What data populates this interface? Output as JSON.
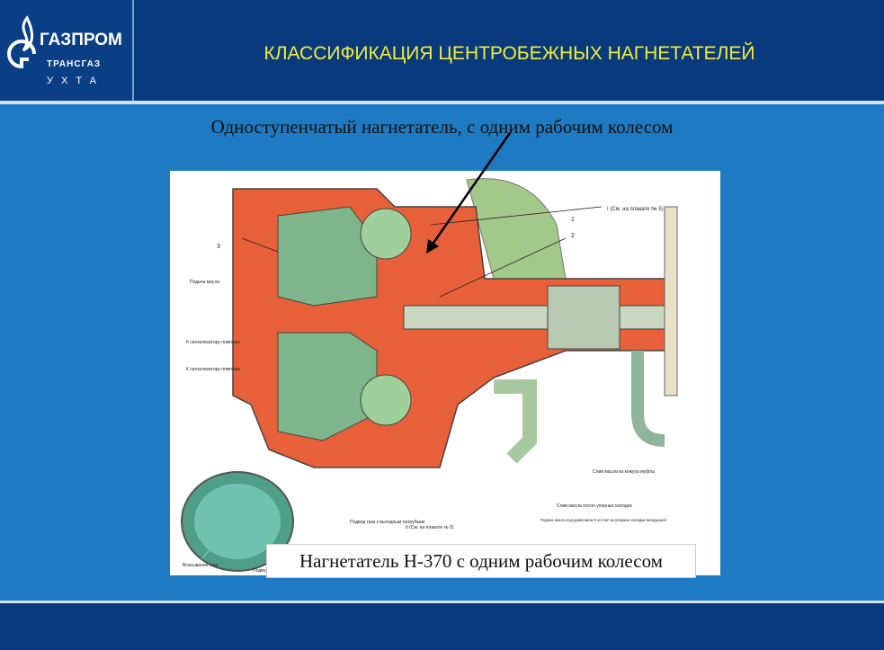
{
  "logo": {
    "name": "ГАЗПРОМ",
    "sub": "ТРАНСГАЗ",
    "city": "УХТА"
  },
  "slide": {
    "title": "КЛАССИФИКАЦИЯ ЦЕНТРОБЕЖНЫХ  НАГНЕТАТЕЛЕЙ",
    "subtitle": "Одноступенчатый нагнетатель, с одним рабочим колесом",
    "caption": "Нагнетатель Н-370 с одним рабочим колесом"
  },
  "drawing": {
    "labels": [
      "I (См. на плакате № 5)",
      "1",
      "2",
      "3",
      "Подача масла",
      "К сигнализатору помпажа",
      "К сигнализатору помпажа",
      "Слив масла из кожуха муфты",
      "Слив масла после упорных колодок",
      "Подача масла под давлением 5 кгс/см² на упорные колодки вкладышей",
      "Подвод газа к выходным патрубкам",
      "II (См. на плакате № 5)",
      "Всасывание газа",
      "Подвод"
    ]
  },
  "colors": {
    "background": "#1e7ac2",
    "header": "#0a3a7e",
    "title": "#f2ee3a",
    "casing": "#e8603a",
    "pipe": "#7fb58a"
  }
}
